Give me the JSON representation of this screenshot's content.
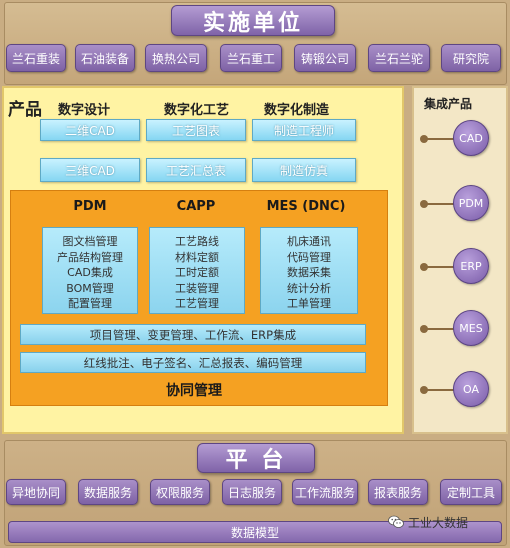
{
  "header": {
    "title": "实施单位",
    "units": [
      "兰石重装",
      "石油装备",
      "换热公司",
      "兰石重工",
      "铸锻公司",
      "兰石兰驼",
      "研究院"
    ]
  },
  "products": {
    "label": "产品",
    "columns": [
      "数字设计",
      "数字化工艺",
      "数字化制造"
    ],
    "row1": [
      "二维CAD",
      "工艺图表",
      "制造工程师"
    ],
    "row2": [
      "三维CAD",
      "工艺汇总表",
      "制造仿真"
    ],
    "modules": [
      {
        "title": "PDM",
        "features": [
          "图文档管理",
          "产品结构管理",
          "CAD集成",
          "BOM管理",
          "配置管理"
        ]
      },
      {
        "title": "CAPP",
        "features": [
          "工艺路线",
          "材料定额",
          "工时定额",
          "工装管理",
          "工艺管理"
        ]
      },
      {
        "title": "MES (DNC)",
        "features": [
          "机床通讯",
          "代码管理",
          "数据采集",
          "统计分析",
          "工单管理"
        ]
      }
    ],
    "bar1": "项目管理、变更管理、工作流、ERP集成",
    "bar2": "红线批注、电子签名、汇总报表、编码管理",
    "collab": "协同管理"
  },
  "integration": {
    "label": "集成产品",
    "items": [
      "CAD",
      "PDM",
      "ERP",
      "MES",
      "OA"
    ]
  },
  "platform": {
    "title": "平 台",
    "services": [
      "异地协同",
      "数据服务",
      "权限服务",
      "日志服务",
      "工作流服务",
      "报表服务",
      "定制工具"
    ],
    "data_model": "数据模型"
  },
  "watermark": {
    "text": "工业大数据",
    "icon": "wechat-icon"
  },
  "colors": {
    "purple": "#8468ad",
    "cyan": "#8cd4ee",
    "orange": "#f5a122",
    "yellow": "#fff3a3",
    "tan": "#c9ad83"
  }
}
